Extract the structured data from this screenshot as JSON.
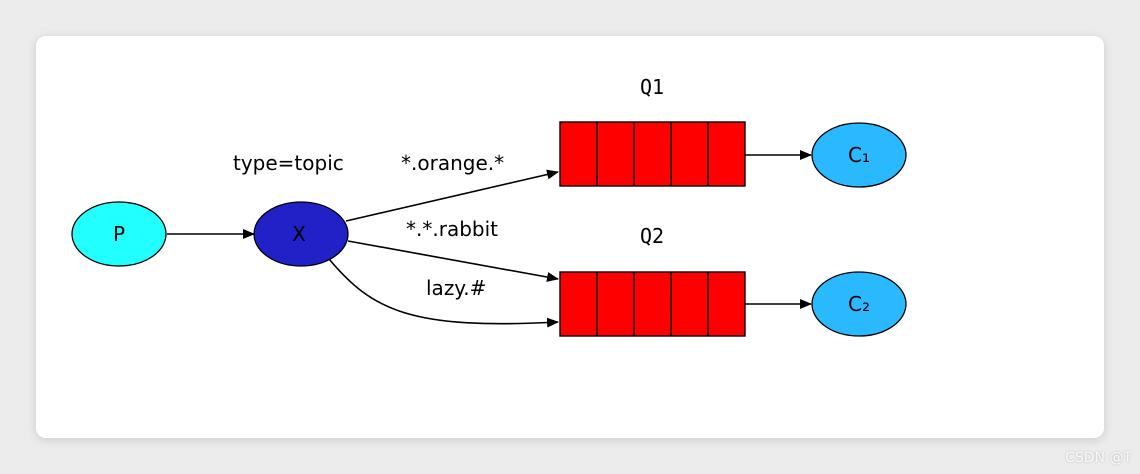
{
  "exchange_type_label": "type=topic",
  "producer": {
    "label": "P",
    "color": "#22ffff"
  },
  "exchange": {
    "label": "X",
    "color": "#2121c8"
  },
  "queues": [
    {
      "label": "Q1",
      "color": "#ff0000",
      "slots": 5
    },
    {
      "label": "Q2",
      "color": "#ff0000",
      "slots": 5
    }
  ],
  "consumers": [
    {
      "label": "C₁",
      "color": "#2ab8ff"
    },
    {
      "label": "C₂",
      "color": "#2ab8ff"
    }
  ],
  "bindings": [
    {
      "label": "*.orange.*"
    },
    {
      "label": "*.*.rabbit"
    },
    {
      "label": "lazy.#"
    }
  ],
  "watermark": "CSDN @T"
}
